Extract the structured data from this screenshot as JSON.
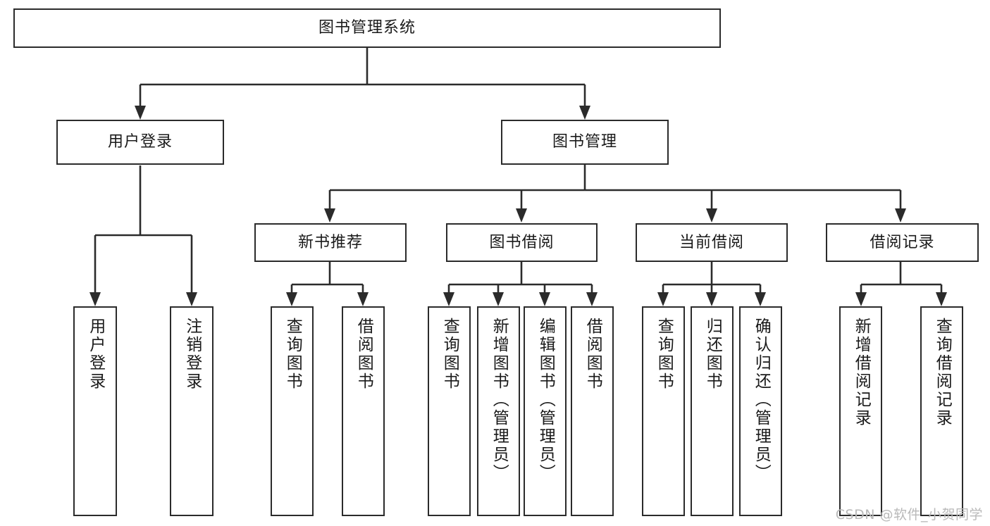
{
  "diagram": {
    "title": "图书管理系统",
    "watermark": "CSDN @软件_小贺同学",
    "root": {
      "label": "图书管理系统"
    },
    "level1": [
      {
        "label": "用户登录"
      },
      {
        "label": "图书管理"
      }
    ],
    "level2": [
      {
        "label": "新书推荐"
      },
      {
        "label": "图书借阅"
      },
      {
        "label": "当前借阅"
      },
      {
        "label": "借阅记录"
      }
    ],
    "leaves": {
      "user_login": [
        {
          "label": "用户登录"
        },
        {
          "label": "注销登录"
        }
      ],
      "new_book_recommend": [
        {
          "label": "查询图书"
        },
        {
          "label": "借阅图书"
        }
      ],
      "book_borrow": [
        {
          "label": "查询图书"
        },
        {
          "label": "新增图书（管理员）"
        },
        {
          "label": "编辑图书（管理员）"
        },
        {
          "label": "借阅图书"
        }
      ],
      "current_borrow": [
        {
          "label": "查询图书"
        },
        {
          "label": "归还图书"
        },
        {
          "label": "确认归还（管理员）"
        }
      ],
      "borrow_record": [
        {
          "label": "新增借阅记录"
        },
        {
          "label": "查询借阅记录"
        }
      ]
    },
    "colors": {
      "stroke": "#2b2b2b",
      "fill": "#ffffff",
      "text": "#1a1a1a",
      "watermark": "#b9b9b9"
    }
  }
}
